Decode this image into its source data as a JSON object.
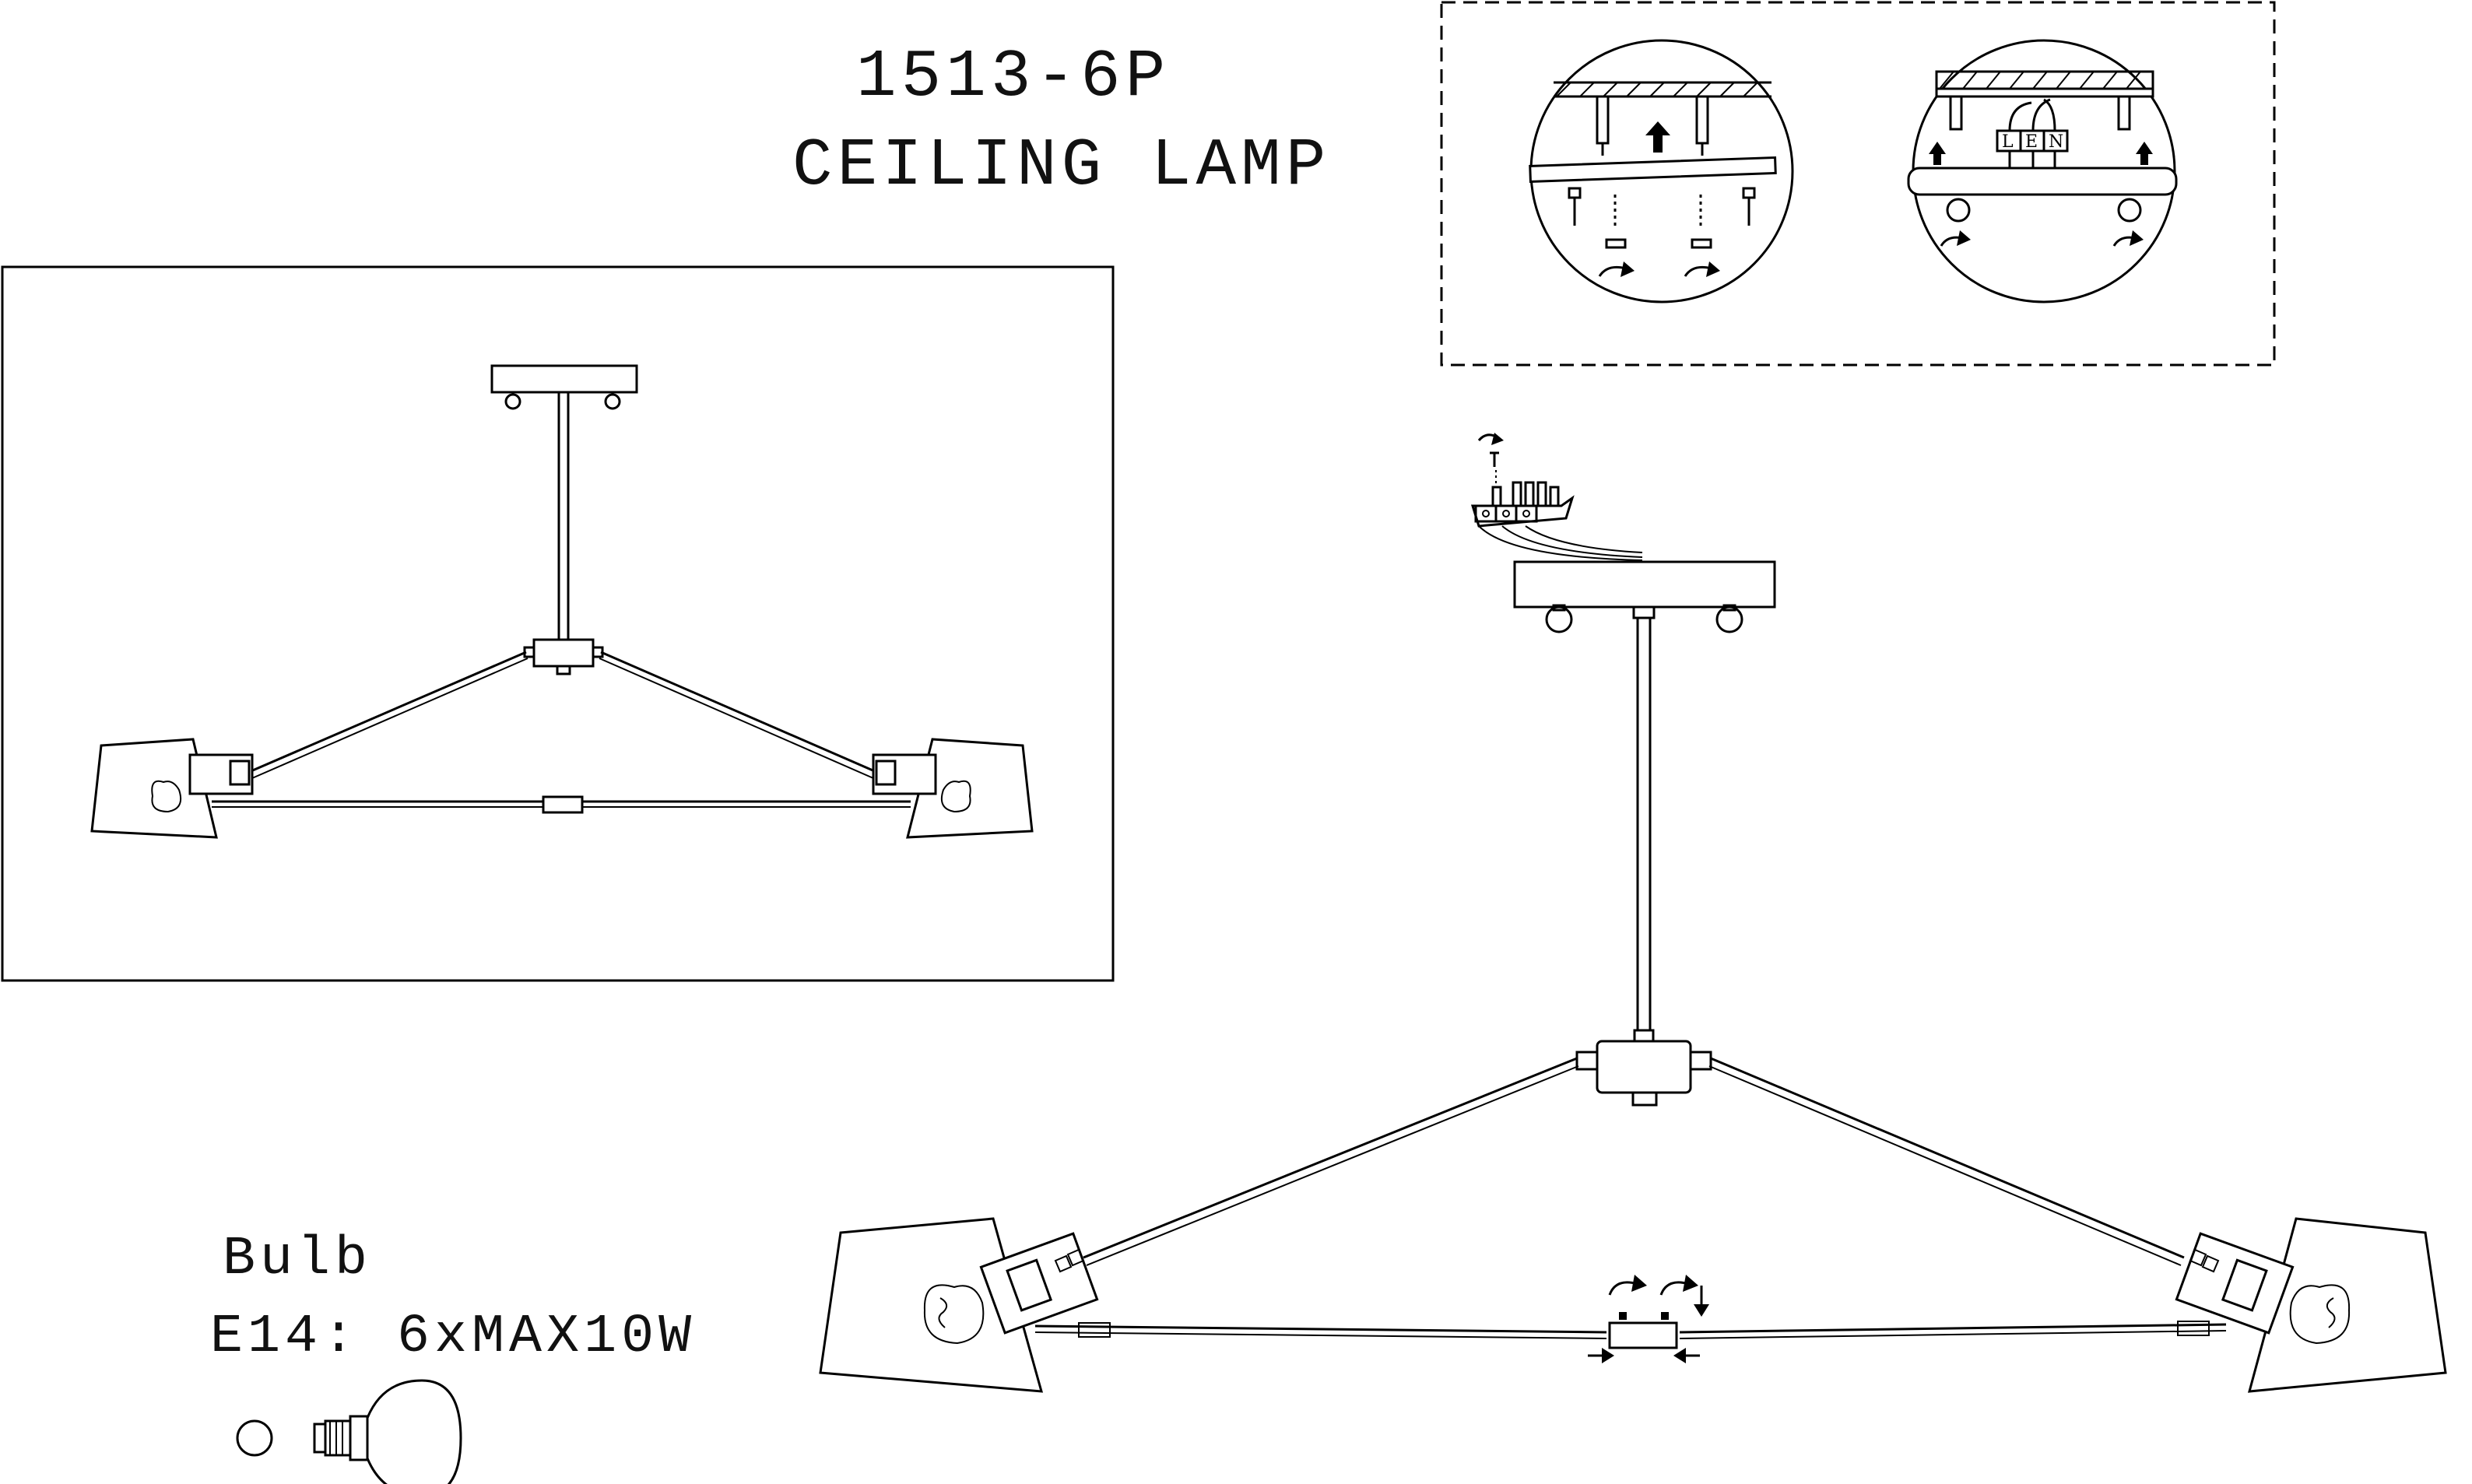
{
  "title": {
    "model": "1513-6P",
    "product": "CEILING LAMP"
  },
  "bulb": {
    "label": "Bulb",
    "spec": "E14: 6xMAX10W"
  },
  "wiring": {
    "terminal_labels": [
      "L",
      "E",
      "N"
    ]
  }
}
